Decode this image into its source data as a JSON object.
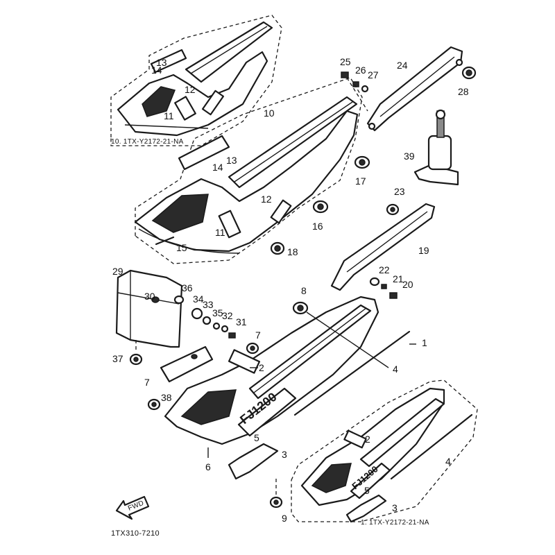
{
  "diagram": {
    "callouts": [
      "1",
      "2",
      "3",
      "4",
      "5",
      "6",
      "7",
      "8",
      "9",
      "10",
      "11",
      "12",
      "13",
      "14",
      "15",
      "16",
      "17",
      "18",
      "19",
      "20",
      "21",
      "22",
      "23",
      "24",
      "25",
      "26",
      "27",
      "28",
      "29",
      "30",
      "31",
      "32",
      "33",
      "34",
      "35",
      "36",
      "37",
      "38",
      "39"
    ],
    "subassembly_top_label": "10. 1TX-Y2172-21-NA",
    "subassembly_bottom_label": "1. 1TX-Y2172-21-NA",
    "badge_text": "FJ1200",
    "fwd_label": "FWD",
    "drawing_number": "1TX310-7210"
  }
}
